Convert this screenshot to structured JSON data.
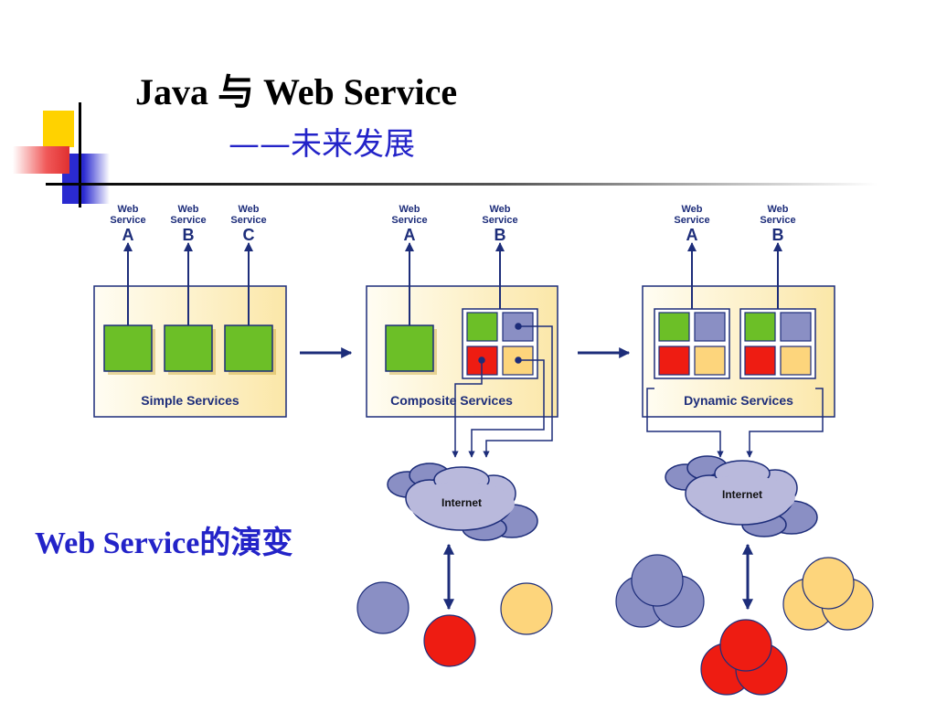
{
  "slide": {
    "title": "Java 与 Web Service",
    "subtitle": "——未来发展",
    "side_caption": "Web Service的演变"
  },
  "diagram": {
    "ws_word1": "Web",
    "ws_word2": "Service",
    "panels": [
      {
        "caption": "Simple Services",
        "services": [
          "A",
          "B",
          "C"
        ]
      },
      {
        "caption": "Composite Services",
        "services": [
          "A",
          "B"
        ]
      },
      {
        "caption": "Dynamic Services",
        "services": [
          "A",
          "B"
        ]
      }
    ],
    "clouds": [
      "Internet",
      "Internet"
    ],
    "colors": {
      "green": "#6cbf27",
      "periwinkle": "#8a8fc4",
      "red": "#ee1c12",
      "yellow": "#fdd57c",
      "navy": "#1d2d7a",
      "cloud": "#b9b9dc",
      "panel": "#fdf0c8"
    }
  }
}
